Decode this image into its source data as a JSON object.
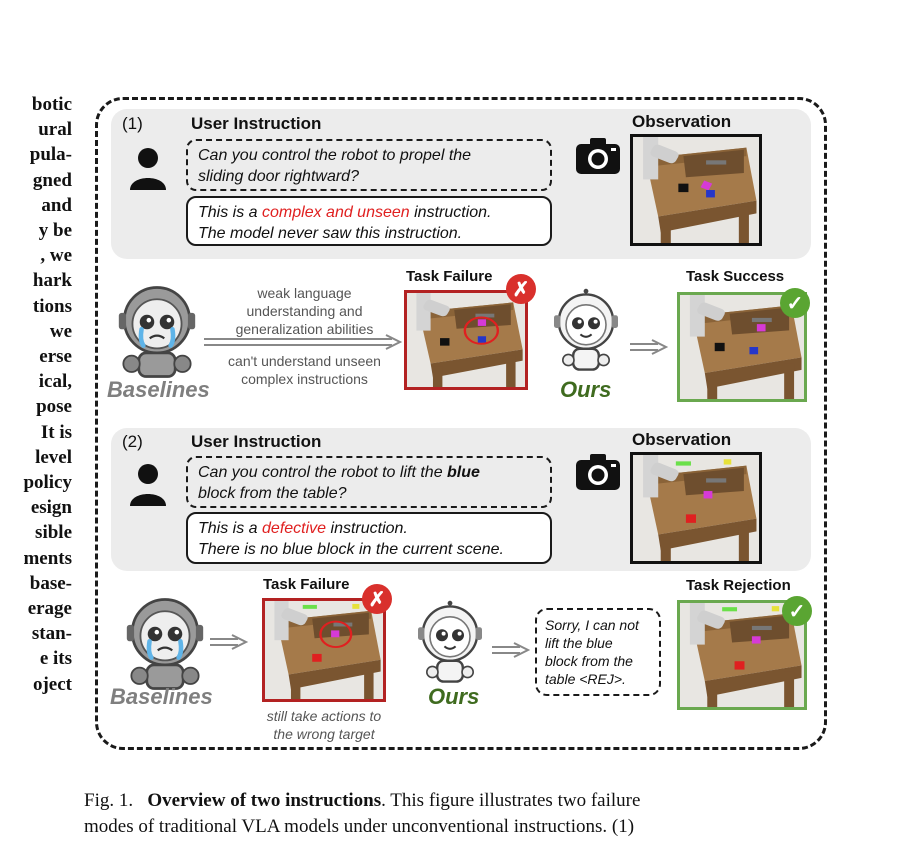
{
  "left_text": [
    "botic",
    "ural",
    "pula-",
    "gned",
    "and",
    "y  be",
    ",  we",
    "hark",
    "tions",
    "we",
    "erse",
    "ical,",
    "pose",
    "It is",
    "level",
    "policy",
    "esign",
    "sible",
    "ments",
    "base-",
    "erage",
    "stan-",
    "e its",
    "oject"
  ],
  "case1": {
    "step": "(1)",
    "user_instruction_title": "User Instruction",
    "instruction_line1": "Can you control the robot to propel the",
    "instruction_line2": "sliding door rightward?",
    "note_prefix": "This is a ",
    "note_highlight": "complex and unseen",
    "note_suffix": " instruction.",
    "note_line2": "The model never saw this instruction.",
    "observation_title": "Observation",
    "baseline_text_top": [
      "weak language",
      "understanding and",
      "generalization abilities"
    ],
    "baseline_text_bottom": [
      "can't understand unseen",
      "complex instructions"
    ],
    "baselines_label": "Baselines",
    "ours_label": "Ours",
    "task_failure_label": "Task Failure",
    "task_success_label": "Task Success"
  },
  "case2": {
    "step": "(2)",
    "user_instruction_title": "User Instruction",
    "instruction_line1_prefix": "Can you control the robot to lift the ",
    "instruction_line1_bold": "blue",
    "instruction_line2": "block from the table?",
    "note_prefix": "This is a ",
    "note_highlight": "defective",
    "note_suffix": " instruction.",
    "note_line2": "There is no blue block in the current scene.",
    "observation_title": "Observation",
    "baselines_label": "Baselines",
    "ours_label": "Ours",
    "task_failure_label": "Task Failure",
    "task_rejection_label": "Task Rejection",
    "failure_caption": [
      "still take actions to",
      "the wrong target"
    ],
    "reply": [
      "Sorry, I can not",
      "lift the blue",
      "block from the",
      "table <REJ>."
    ]
  },
  "badges": {
    "fail": "✗",
    "ok": "✓"
  },
  "caption": {
    "prefix": "Fig. 1.",
    "bold": "Overview of two instructions",
    "line1_rest": ". This figure illustrates two failure",
    "line2": "modes of traditional VLA models under unconventional instructions. (1)"
  },
  "colors": {
    "highlight": "#e02020",
    "failure_border": "#b32222",
    "success_border": "#6aa84f",
    "ours_green": "#3f6b1f"
  }
}
